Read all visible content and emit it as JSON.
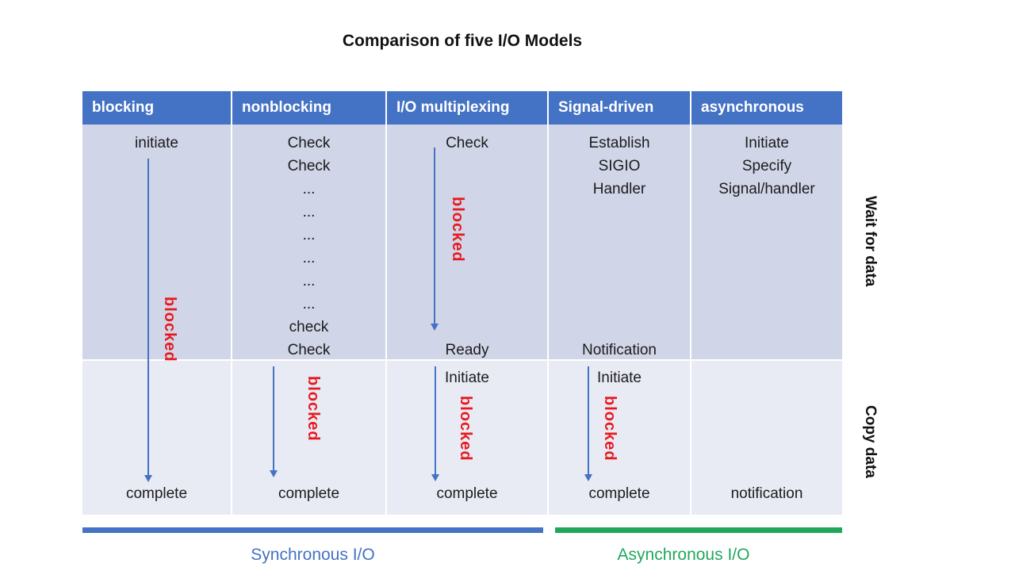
{
  "title": "Comparison of five I/O Models",
  "colors": {
    "header_bg": "#4472C4",
    "wait_row_bg": "#D0D5E8",
    "copy_row_bg": "#E8EAF4",
    "arrow_blue": "#4472C4",
    "blocked_red": "#E8191D",
    "sync_blue": "#4472C4",
    "async_green": "#21A75C",
    "text_dark": "#1f1f1f"
  },
  "table": {
    "headers": [
      "blocking",
      "nonblocking",
      "I/O multiplexing",
      "Signal-driven",
      "asynchronous"
    ],
    "cells": {
      "blocking_initiate": "initiate",
      "blocking_complete": "complete",
      "nonblocking_checks": "Check\nCheck\n...\n...\n...\n...\n...\n...\ncheck\nCheck",
      "nonblocking_complete": "complete",
      "multiplexing_check": "Check",
      "multiplexing_ready": "Ready",
      "multiplexing_initiate": "Initiate",
      "multiplexing_complete": "complete",
      "signal_establish": "Establish\nSIGIO\nHandler",
      "signal_notification": "Notification",
      "signal_initiate": "Initiate",
      "signal_complete": "complete",
      "async_initiate": "Initiate\nSpecify\nSignal/handler",
      "async_notification": "notification"
    },
    "blocked_label": "blocked"
  },
  "side_labels": {
    "wait": "Wait for data",
    "copy": "Copy data"
  },
  "footer": {
    "sync_label": "Synchronous I/O",
    "async_label": "Asynchronous I/O"
  }
}
